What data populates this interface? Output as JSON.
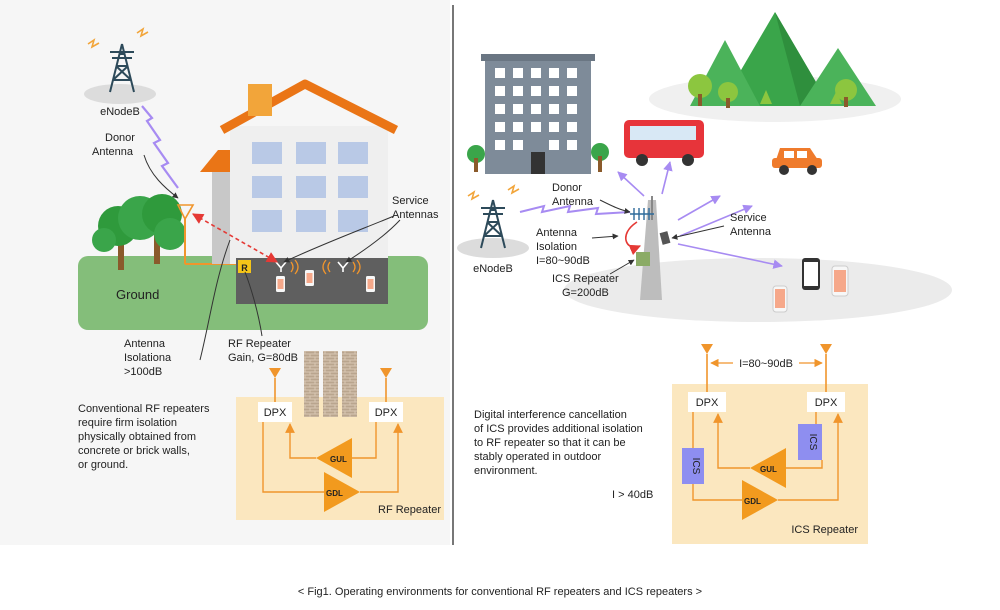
{
  "colors": {
    "panel_bg": "#f6f6f6",
    "divider": "#777777",
    "ground": "#84be7a",
    "diagram_bg": "#fbe7bf",
    "amplifier": "#f29a1e",
    "signal_line": "#f0952c",
    "ics_block": "#8e8ef0",
    "lightning": "#a78bf2",
    "roof": "#ea7516",
    "mountain": "#3aa54a",
    "bus": "#e7343a",
    "car": "#ef7b2c"
  },
  "left": {
    "enodeb_label": "eNodeB",
    "donor_antenna_label": [
      "Donor",
      "Antenna"
    ],
    "service_antennas_label": [
      "Service",
      "Antennas"
    ],
    "ground_label": "Ground",
    "repeater_badge": "R",
    "antenna_isolation_label": [
      "Antenna",
      "Isolationa",
      ">100dB"
    ],
    "rf_repeater_label": [
      "RF Repeater",
      "Gain, G=80dB"
    ],
    "description": [
      "Conventional RF repeaters",
      "require firm isolation",
      "physically obtained from",
      "concrete or brick walls,",
      "or ground."
    ],
    "block": {
      "dpx_left": "DPX",
      "dpx_right": "DPX",
      "gul": "GUL",
      "gdl": "GDL",
      "title": "RF Repeater"
    }
  },
  "right": {
    "enodeb_label": "eNodeB",
    "donor_antenna_label": [
      "Donor",
      "Antenna"
    ],
    "service_antenna_label": [
      "Service",
      "Antenna"
    ],
    "antenna_isolation_label": [
      "Antenna",
      "Isolation",
      "I=80~90dB"
    ],
    "ics_repeater_label": [
      "ICS Repeater",
      "G=200dB"
    ],
    "description": [
      "Digital interference cancellation",
      "of ICS provides additional isolation",
      "to RF repeater so that it can be",
      "stably operated in outdoor",
      "environment."
    ],
    "isolation_value": "I > 40dB",
    "block": {
      "isolation_label": "I=80~90dB",
      "dpx_left": "DPX",
      "dpx_right": "DPX",
      "ics_left": "ICS",
      "ics_right": "ICS",
      "gul": "GUL",
      "gdl": "GDL",
      "title": "ICS Repeater"
    }
  },
  "caption": "< Fig1. Operating environments for conventional RF repeaters and ICS repeaters >"
}
